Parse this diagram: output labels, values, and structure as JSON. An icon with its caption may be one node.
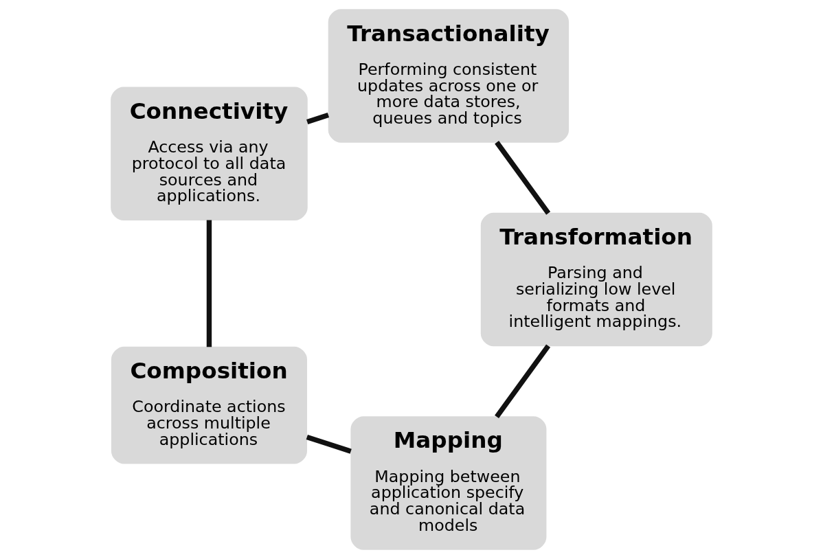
{
  "diagram": {
    "nodes": [
      {
        "text": [
          "Mapping",
          "Mapping between application specify and canonical data models"
        ]
      },
      {
        "text": [
          "Transformation",
          "Parsing and serializing low level formats and intelligent mappings."
        ]
      },
      {
        "text": [
          "Composition",
          "Coordinate actions across multiple applications"
        ]
      },
      {
        "text": [
          "Transactionality",
          "Performing consistent updates across one or more data stores, queues and topics"
        ]
      },
      {
        "text": [
          "Connectivity",
          "Access via any protocol to all data sources and applications."
        ]
      }
    ],
    "edges": [
      {
        "from": 0,
        "to": 2,
        "arrow": "none"
      },
      {
        "from": 2,
        "to": 4,
        "arrow": "none"
      },
      {
        "from": 4,
        "to": 3,
        "arrow": "none"
      },
      {
        "from": 3,
        "to": 1,
        "arrow": "none"
      },
      {
        "from": 1,
        "to": 0,
        "arrow": "none"
      }
    ]
  }
}
